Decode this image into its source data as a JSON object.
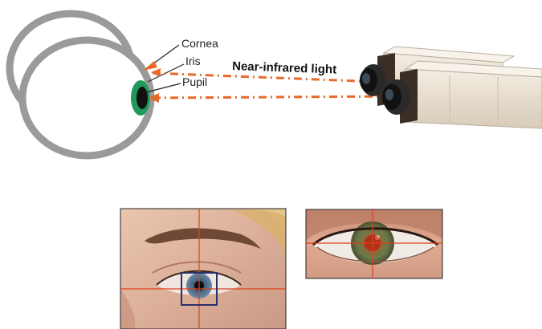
{
  "labels": {
    "cornea": "Cornea",
    "iris": "Iris",
    "pupil": "Pupil",
    "light": "Near-infrared light"
  },
  "colors": {
    "beam": "#e8692a",
    "eyeball_ring": "#9a9a9a",
    "iris": "#1f9a5a",
    "pupil": "#111111",
    "camera_body": "#ece4d8",
    "camera_lens": "#1e1e1e",
    "crosshair": "#e0401e",
    "gaze_box": "#27316a"
  },
  "icons": {
    "eyeball": "eyeball-cross-section-icon",
    "camera": "infrared-camera-icon",
    "face_photo": "face-eye-photo",
    "eye_closeup": "eye-closeup-photo"
  }
}
